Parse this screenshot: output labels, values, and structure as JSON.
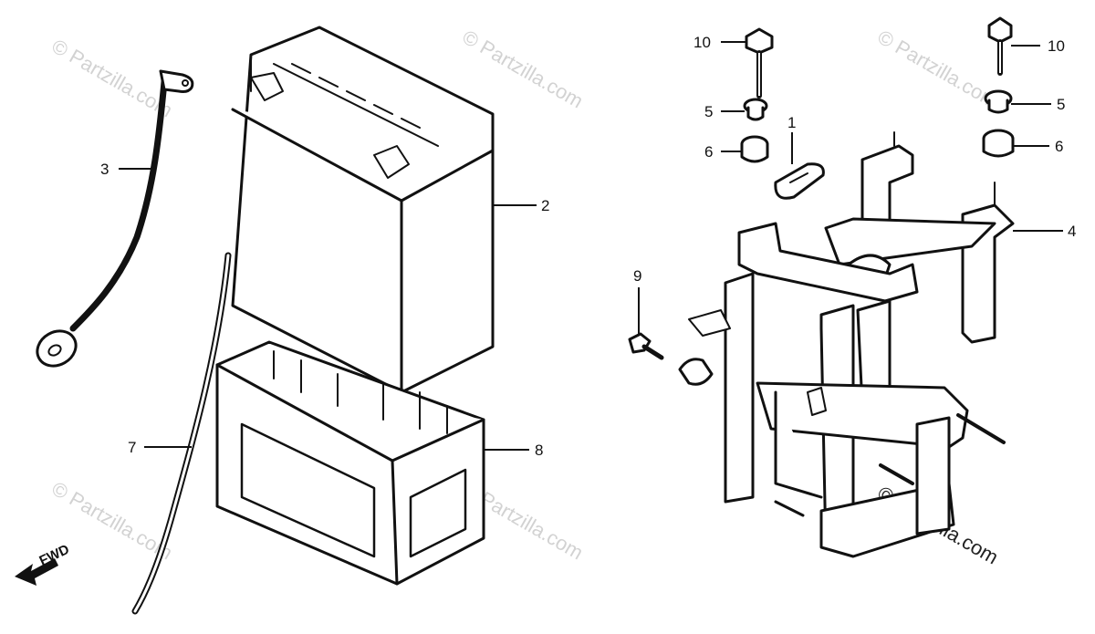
{
  "callouts": {
    "c1": "1",
    "c2": "2",
    "c3": "3",
    "c4": "4",
    "c5a": "5",
    "c5b": "5",
    "c6a": "6",
    "c6b": "6",
    "c7": "7",
    "c8": "8",
    "c9": "9",
    "c10a": "10",
    "c10b": "10"
  },
  "watermark": "© Partzilla.com",
  "direction": "FWD"
}
